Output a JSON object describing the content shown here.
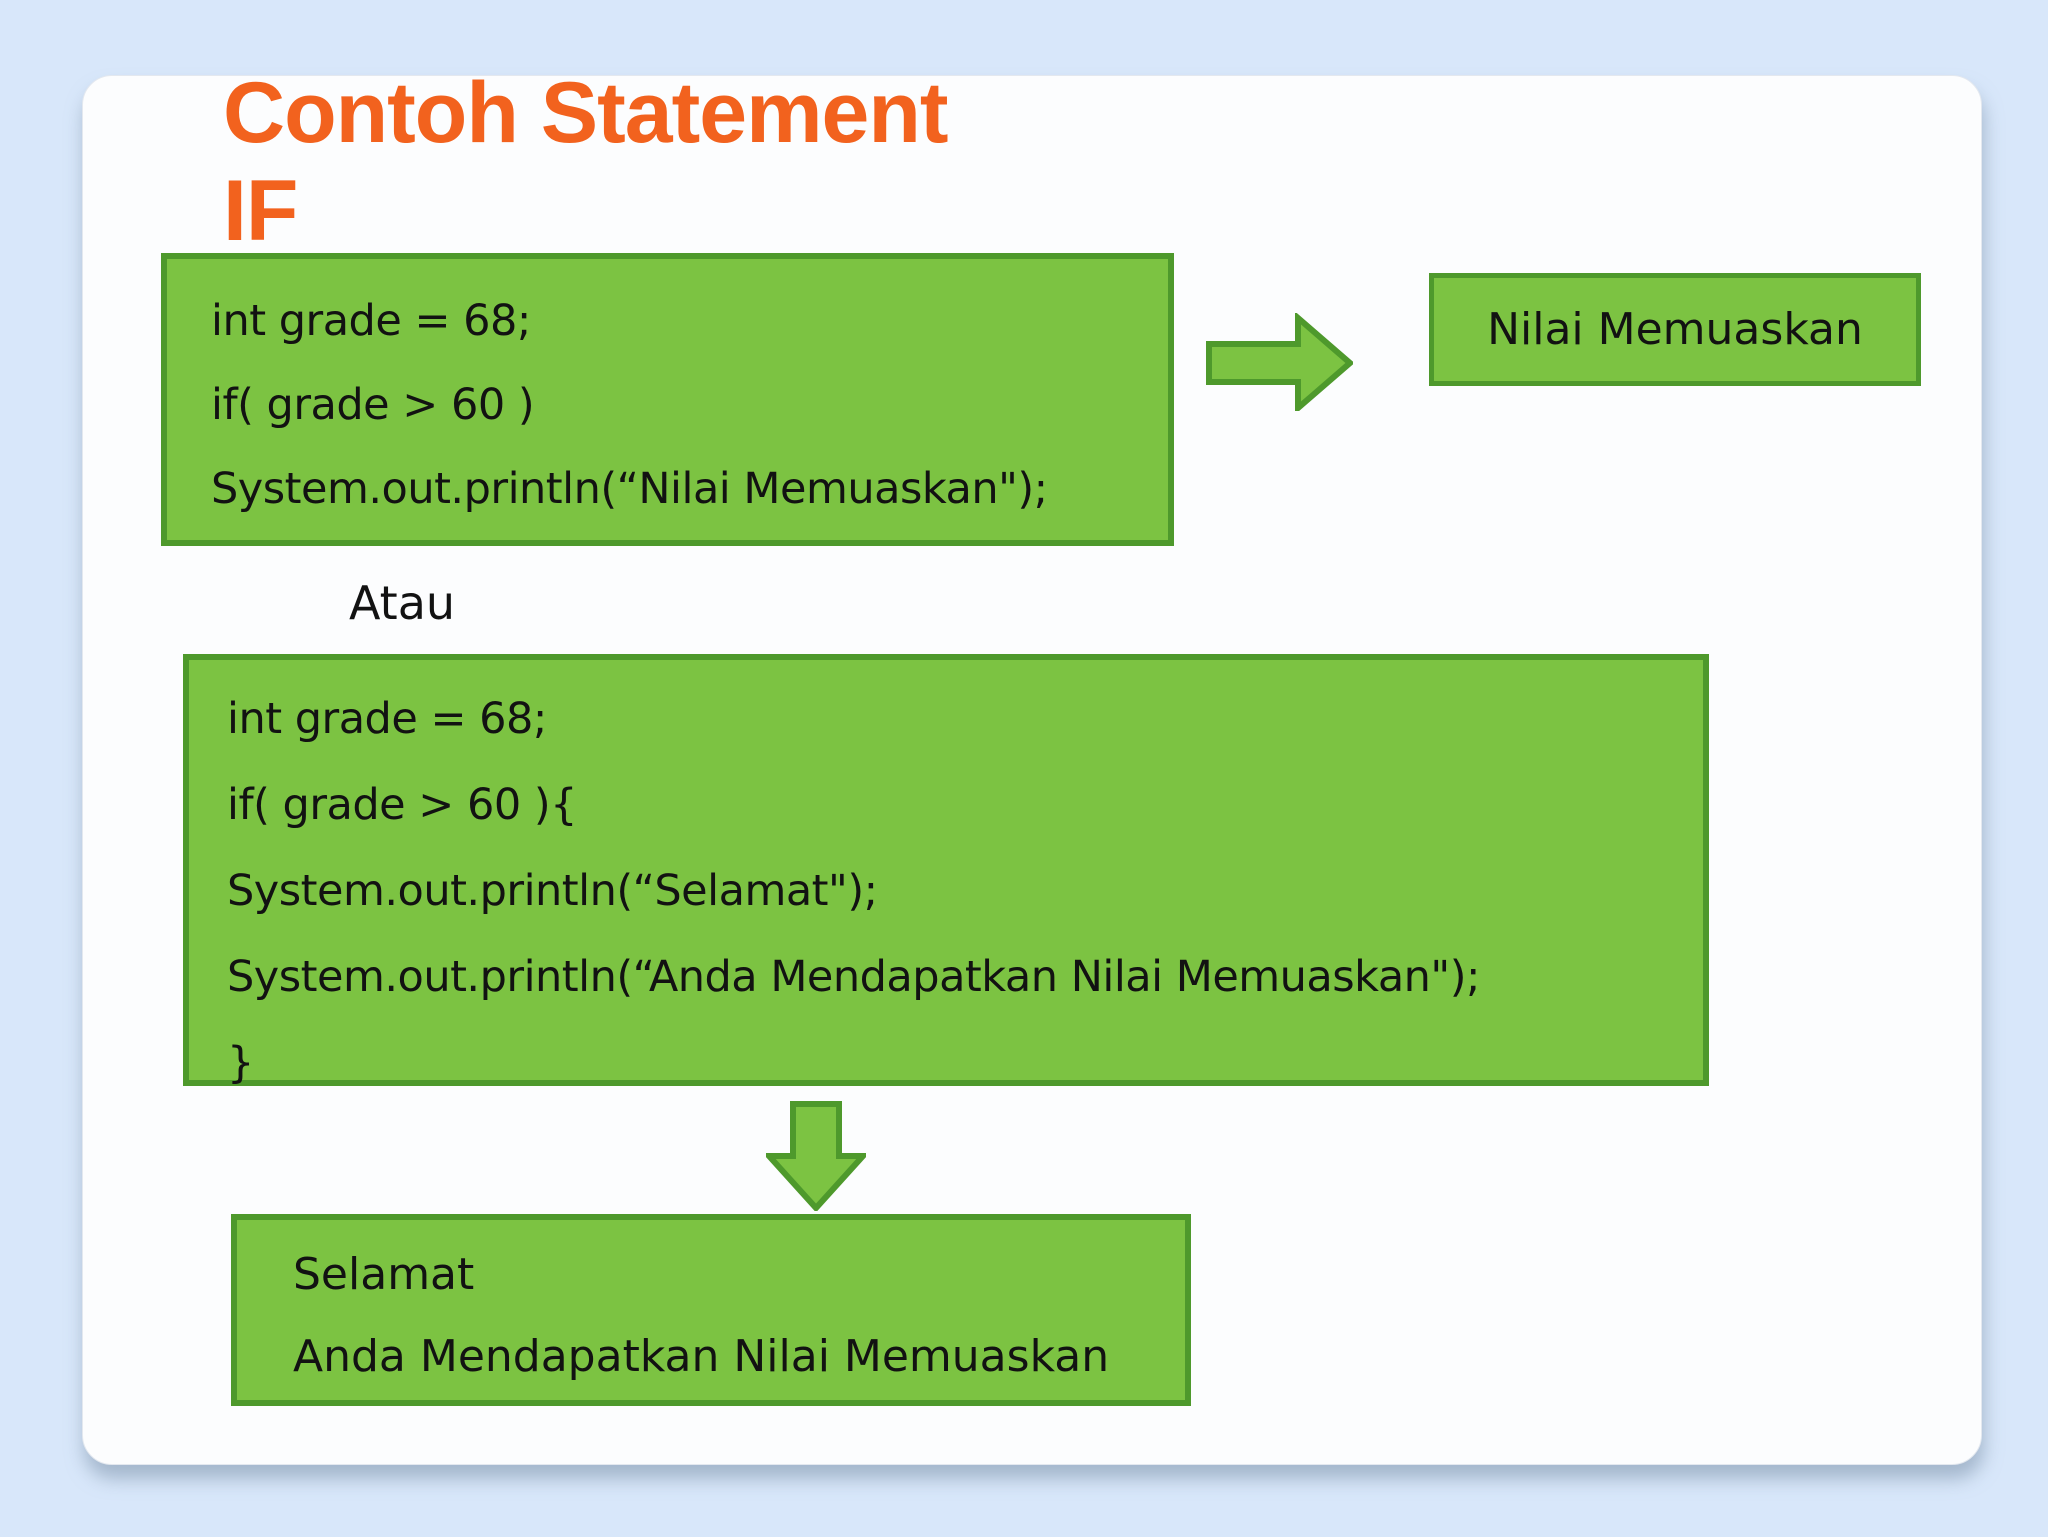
{
  "slide": {
    "title_line1": "Contoh Statement",
    "title_line2": "IF",
    "atau_label": "Atau",
    "code_box_1": {
      "lines": [
        "int grade = 68;",
        "if( grade > 60 )",
        "System.out.println(“Nilai Memuaskan\");"
      ]
    },
    "output_box_1": {
      "label": "Nilai Memuaskan"
    },
    "code_box_2": {
      "lines": [
        "int grade = 68;",
        "if( grade > 60 ){",
        "System.out.println(“Selamat\");",
        "System.out.println(“Anda Mendapatkan Nilai Memuaskan\");",
        "}"
      ]
    },
    "output_box_2": {
      "lines": [
        "Selamat",
        "Anda Mendapatkan Nilai Memuaskan"
      ]
    },
    "icons": {
      "arrow_right": "right-block-arrow",
      "arrow_down": "down-block-arrow"
    },
    "colors": {
      "background": "#D8E7FA",
      "card": "#FCFDFE",
      "title_orange": "#F2621E",
      "box_fill": "#7CC342",
      "box_border": "#4E992C",
      "text": "#121212"
    }
  }
}
